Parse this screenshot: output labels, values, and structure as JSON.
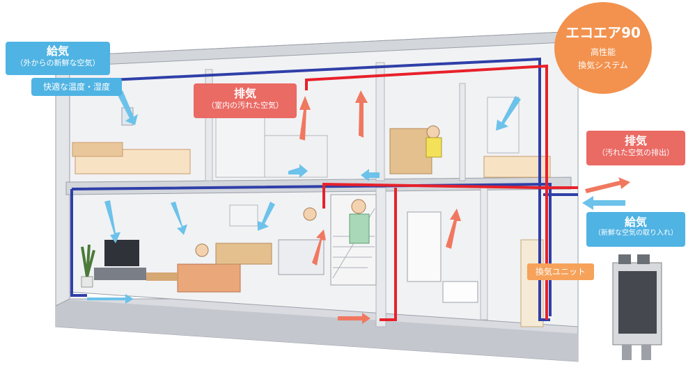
{
  "badge": {
    "title": "エコエア90",
    "subtitle_1": "高性能",
    "subtitle_2": "換気システム"
  },
  "supply_top": {
    "title": "給気",
    "subtitle": "（外からの新鮮な空気）"
  },
  "comfort": {
    "text": "快適な温度・湿度"
  },
  "exhaust_center": {
    "title": "排気",
    "subtitle": "（室内の汚れた空気）"
  },
  "exhaust_right": {
    "title": "排気",
    "subtitle": "（汚れた空気の排出）"
  },
  "supply_right": {
    "title": "給気",
    "subtitle": "（新鮮な空気の取り入れ）"
  },
  "unit": {
    "label": "換気ユニット"
  },
  "colors": {
    "supply": "#4fb3e3",
    "exhaust": "#ea6a64",
    "badge": "#f2924e",
    "unit": "#f6a25a",
    "duct_blue": "#2f3fa8",
    "duct_red": "#e8202a"
  }
}
